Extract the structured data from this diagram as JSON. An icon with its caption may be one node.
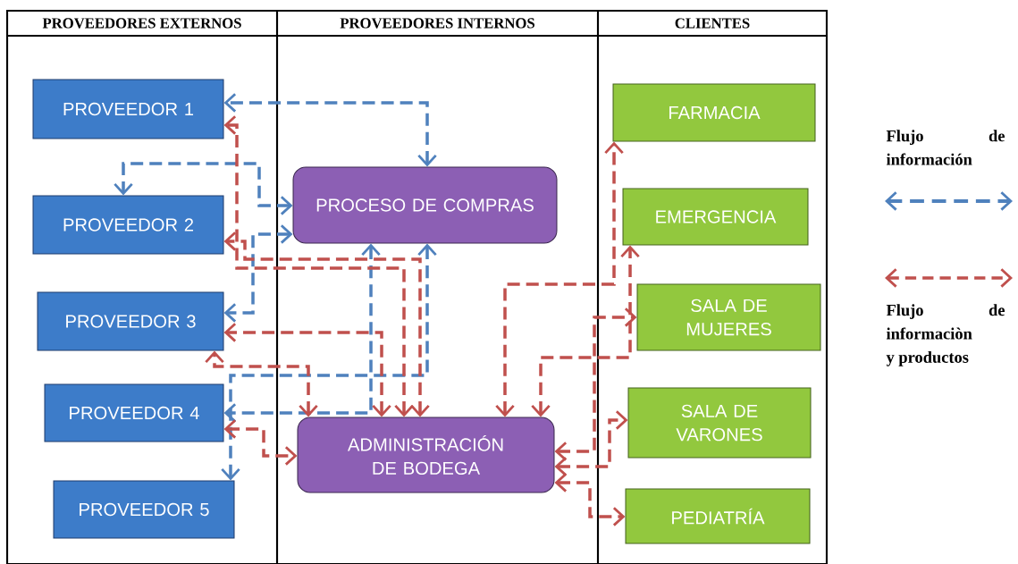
{
  "diagram": {
    "nodes": [
      {
        "text": [
          "PROVEEDORES EXTERNOS"
        ]
      },
      {
        "text": [
          "PROVEEDOR 1"
        ],
        "in": 0
      },
      {
        "text": [
          "PROVEEDOR 2"
        ],
        "in": 0
      },
      {
        "text": [
          "PROVEEDOR 3"
        ],
        "in": 0
      },
      {
        "text": [
          "PROVEEDOR 4"
        ],
        "in": 0
      },
      {
        "text": [
          "PROVEEDOR 5"
        ],
        "in": 0
      },
      {
        "text": [
          "PROVEEDORES INTERNOS"
        ]
      },
      {
        "text": [
          "PROCESO DE COMPRAS"
        ],
        "in": 6
      },
      {
        "text": [
          "ADMINISTRACIÓN DE BODEGA"
        ],
        "in": 6
      },
      {
        "text": [
          "CLIENTES"
        ]
      },
      {
        "text": [
          "FARMACIA"
        ],
        "in": 9
      },
      {
        "text": [
          "EMERGENCIA"
        ],
        "in": 9
      },
      {
        "text": [
          "SALA DE MUJERES"
        ],
        "in": 9
      },
      {
        "text": [
          "SALA DE VARONES"
        ],
        "in": 9
      },
      {
        "text": [
          "PEDIATRÍA"
        ],
        "in": 9
      }
    ],
    "edges": [
      {
        "from": 7,
        "to": 1,
        "arrow": "both",
        "color": "#4f81bd"
      },
      {
        "from": 7,
        "to": 2,
        "arrow": "both",
        "color": "#4f81bd"
      },
      {
        "from": 7,
        "to": 3,
        "arrow": "both",
        "color": "#4f81bd"
      },
      {
        "from": 7,
        "to": 4,
        "arrow": "both",
        "color": "#4f81bd"
      },
      {
        "from": 7,
        "to": 5,
        "arrow": "both",
        "color": "#4f81bd"
      },
      {
        "from": 8,
        "to": 1,
        "arrow": "both"
      },
      {
        "from": 8,
        "to": 2,
        "arrow": "both"
      },
      {
        "from": 8,
        "to": 3,
        "arrow": "both"
      },
      {
        "from": 8,
        "to": 3,
        "arrow": "both"
      },
      {
        "from": 4,
        "to": 8,
        "arrow": "both"
      },
      {
        "from": 8,
        "to": 10,
        "arrow": "both"
      },
      {
        "from": 8,
        "to": 11,
        "arrow": "both"
      },
      {
        "from": 8,
        "to": 12,
        "arrow": "both"
      },
      {
        "from": 8,
        "to": 13,
        "arrow": "both"
      },
      {
        "from": 8,
        "to": 14,
        "arrow": "both"
      }
    ],
    "legend": [
      {
        "text": "Flujo de información"
      },
      {
        "text": "Flujo de informaciòn y productos"
      }
    ]
  }
}
